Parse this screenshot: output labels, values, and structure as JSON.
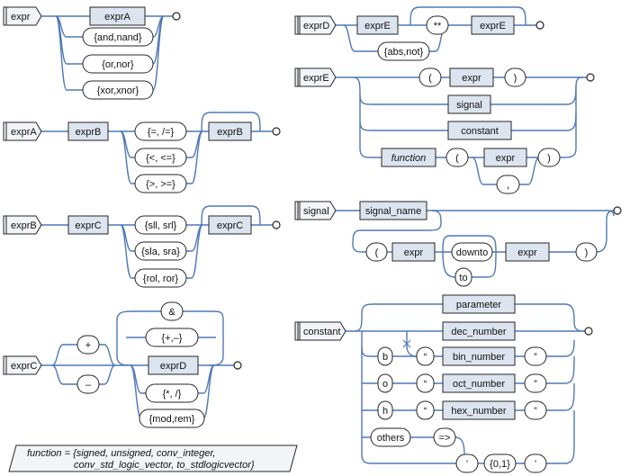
{
  "rules": {
    "expr": {
      "name": "expr",
      "first": "exprA",
      "operators": [
        "{and,nand}",
        "{or,nor}",
        "{xor,xnor}"
      ]
    },
    "exprA": {
      "name": "exprA",
      "first": "exprB",
      "operators": [
        "{=, /=}",
        "{<, <=}",
        "{>, >=}"
      ],
      "second": "exprB"
    },
    "exprB": {
      "name": "exprB",
      "first": "exprC",
      "operators": [
        "{sll, srl}",
        "{sla, sra}",
        "{rol, ror}"
      ],
      "second": "exprC"
    },
    "exprC": {
      "name": "exprC",
      "signs": [
        "+",
        "–"
      ],
      "operators_top": [
        "&",
        "{+,–}"
      ],
      "middle": "exprD",
      "operators_bottom": [
        "{*, /}",
        "{mod,rem}"
      ]
    },
    "exprD": {
      "name": "exprD",
      "first": "exprE",
      "prefix_ops": "{abs,not}",
      "power": "**",
      "second": "exprE"
    },
    "exprE": {
      "name": "exprE",
      "lparen": "(",
      "expr": "expr",
      "rparen": ")",
      "signal": "signal",
      "constant": "constant",
      "function": "function",
      "f_lparen": "(",
      "f_expr": "expr",
      "f_comma": ",",
      "f_rparen": ")"
    },
    "signal": {
      "name": "signal",
      "signal_name": "signal_name",
      "lparen": "(",
      "expr1": "expr",
      "downto": "downto",
      "to": "to",
      "expr2": "expr",
      "rparen": ")"
    },
    "constant": {
      "name": "constant",
      "parameter": "parameter",
      "dec_number": "dec_number",
      "b": "b",
      "bin_number": "bin_number",
      "o": "o",
      "oct_number": "oct_number",
      "h": "h",
      "hex_number": "hex_number",
      "open_quote": "“",
      "close_quote": "”",
      "others": "others",
      "arrow": "=>",
      "tick": "’",
      "bits": "{0,1}"
    }
  },
  "note": {
    "line1": "function = {signed, unsigned, conv_integer,",
    "line2": "conv_std_logic_vector, to_stdlogicvector}"
  },
  "colors": {
    "line": "#4f79b7",
    "box_fill": "#dce4ef",
    "border": "#262626"
  }
}
